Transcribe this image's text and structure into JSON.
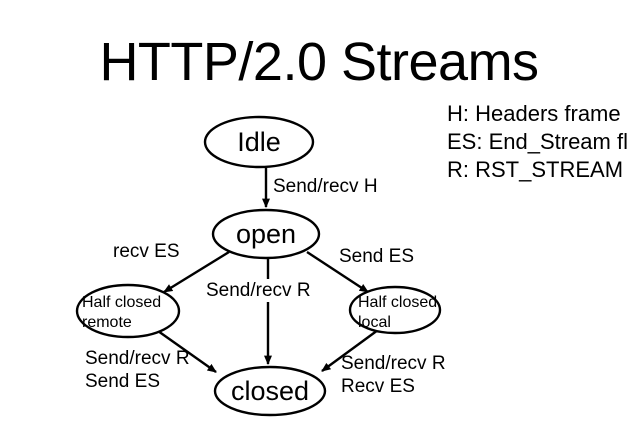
{
  "slide": {
    "title": "HTTP/2.0 Streams",
    "background_color": "#ffffff",
    "ink_color": "#000000"
  },
  "legend": {
    "lines": [
      "H: Headers frame",
      "ES: End_Stream fl",
      "R: RST_STREAM"
    ]
  },
  "diagram": {
    "type": "state-machine",
    "nodes": [
      {
        "id": "idle",
        "label": "Idle",
        "shape": "ellipse"
      },
      {
        "id": "open",
        "label": "open",
        "shape": "ellipse"
      },
      {
        "id": "half-closed-remote",
        "label_line1": "Half closed",
        "label_line2": "remote",
        "shape": "ellipse"
      },
      {
        "id": "half-closed-local",
        "label_line1": "Half closed",
        "label_line2": "local",
        "shape": "ellipse"
      },
      {
        "id": "closed",
        "label": "closed",
        "shape": "ellipse"
      }
    ],
    "transitions": [
      {
        "from": "idle",
        "to": "open",
        "label": "Send/recv H"
      },
      {
        "from": "open",
        "to": "half-closed-remote",
        "label": "recv ES"
      },
      {
        "from": "open",
        "to": "half-closed-local",
        "label": "Send ES"
      },
      {
        "from": "open",
        "to": "closed",
        "label": "Send/recv R"
      },
      {
        "from": "half-closed-remote",
        "to": "closed",
        "label_line1": "Send/recv R",
        "label_line2": "Send ES"
      },
      {
        "from": "half-closed-local",
        "to": "closed",
        "label_line1": "Send/recv R",
        "label_line2": "Recv ES"
      }
    ]
  }
}
